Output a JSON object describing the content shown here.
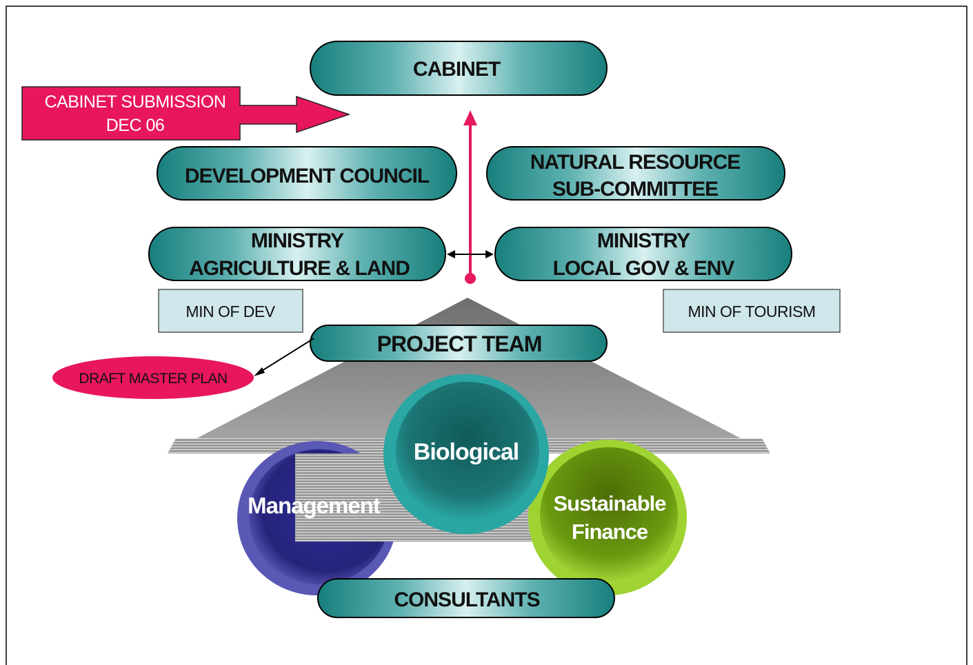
{
  "title_nodes": {
    "cabinet": "CABINET",
    "development_council": "DEVELOPMENT COUNCIL",
    "natural_resource": [
      "NATURAL RESOURCE",
      "SUB-COMMITTEE"
    ],
    "ministry_agriculture": [
      "MINISTRY",
      "AGRICULTURE & LAND"
    ],
    "ministry_local_gov": [
      "MINISTRY",
      "LOCAL GOV & ENV"
    ],
    "project_team": "PROJECT TEAM",
    "consultants": "CONSULTANTS"
  },
  "boxes": {
    "min_of_dev": "MIN OF DEV",
    "min_of_tourism": "MIN OF TOURISM"
  },
  "callouts": {
    "cabinet_submission": [
      "CABINET SUBMISSION",
      "DEC 06"
    ],
    "draft_master_plan": "DRAFT MASTER PLAN"
  },
  "circles": {
    "management": "Management",
    "biological": "Biological",
    "sustainable_finance": [
      "Sustainable",
      "Finance"
    ]
  },
  "colors": {
    "pill_dark": "#1f8a86",
    "pill_light": "#d4eeee",
    "callout_pink": "#e8165f",
    "arrow_pink": "#e5195f",
    "box_fill": "#cfe7ea",
    "management": "#2d2b8c",
    "biological": "#1b8f8d",
    "finance": "#7fb51a",
    "house_gray": "#8a8a8a"
  }
}
